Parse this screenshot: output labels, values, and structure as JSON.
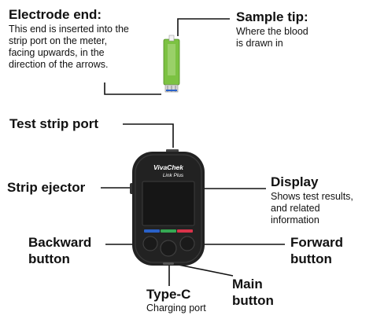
{
  "labels": {
    "electrode_end": {
      "title": "Electrode end:",
      "lines": [
        "This end is inserted into the",
        "strip port on the meter,",
        "facing upwards, in the",
        "direction of the arrows."
      ]
    },
    "sample_tip": {
      "title": "Sample tip:",
      "lines": [
        "Where the blood",
        "is drawn in"
      ]
    },
    "test_strip_port": {
      "title": "Test strip port"
    },
    "strip_ejector": {
      "title": "Strip ejector"
    },
    "display": {
      "title": "Display",
      "lines": [
        "Shows test results,",
        "and related",
        "information"
      ]
    },
    "backward_button": {
      "lines": [
        "Backward",
        "button"
      ]
    },
    "forward_button": {
      "lines": [
        "Forward",
        "button"
      ]
    },
    "type_c": {
      "title": "Type-C",
      "sub": "Charging port"
    },
    "main_button": {
      "lines": [
        "Main",
        "button"
      ]
    }
  },
  "device": {
    "brand": "VivaChek",
    "model": "Link Plus",
    "colors": {
      "body": "#222222",
      "screen": "#1a1a1a",
      "strip": "#7cc242",
      "blue_bar": "#2a62c9",
      "green_bar": "#35a853",
      "red_bar": "#d8334a"
    }
  }
}
